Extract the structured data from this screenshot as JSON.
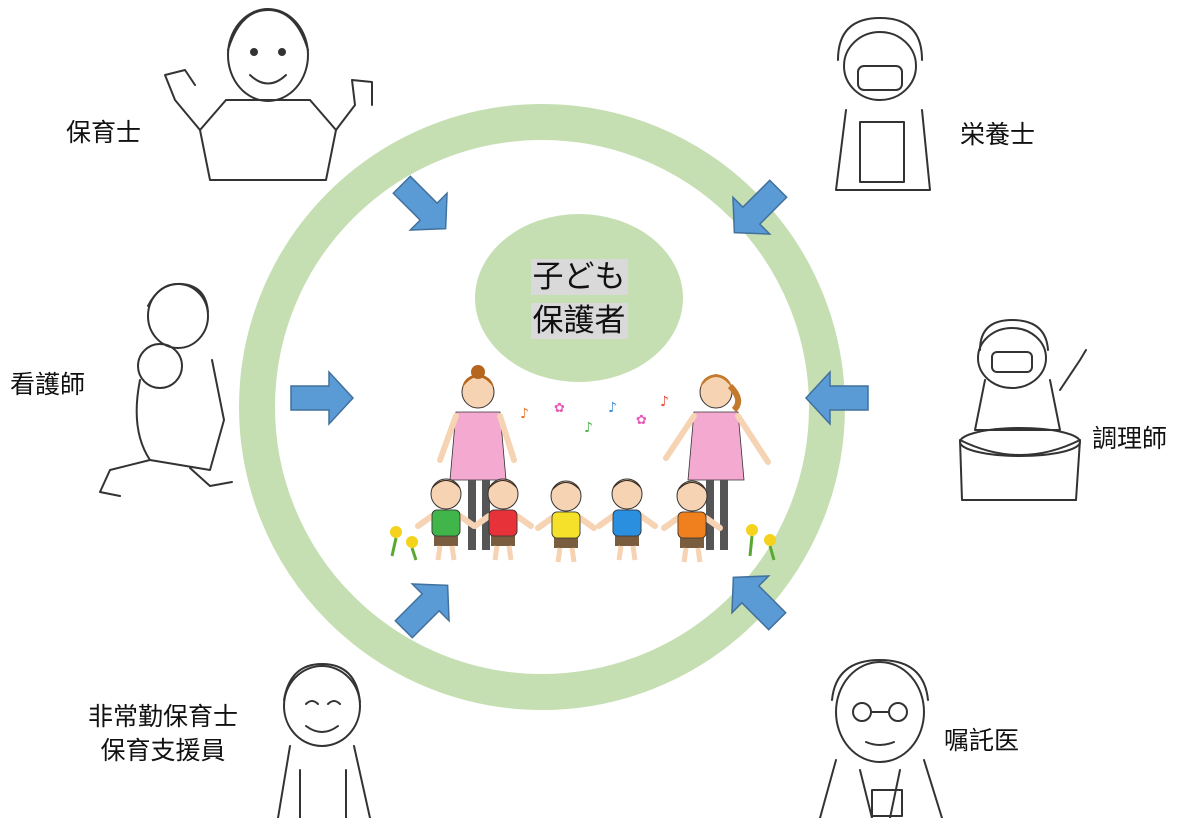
{
  "center": {
    "line1": "子ども",
    "line2": "保護者"
  },
  "roles": {
    "childcare_worker": "保育士",
    "nutritionist": "栄養士",
    "nurse": "看護師",
    "cook": "調理師",
    "part_time_line1": "非常勤保育士",
    "part_time_line2": "保育支援員",
    "doctor": "嘱託医"
  },
  "colors": {
    "ring": "#c5dfb3",
    "center_circle": "#c5dfb3",
    "arrow_fill": "#5b9bd5",
    "arrow_stroke": "#41719c",
    "center_text_bg": "#d9d9d9"
  },
  "icons": {
    "childcare_worker": "puppet-teacher-illustration",
    "nutritionist": "nutritionist-with-clipboard-illustration",
    "nurse": "nurse-holding-baby-illustration",
    "cook": "cook-stirring-pot-illustration",
    "part_time": "support-staff-illustration",
    "doctor": "doctor-with-stethoscope-illustration",
    "center": "teachers-and-children-illustration"
  }
}
